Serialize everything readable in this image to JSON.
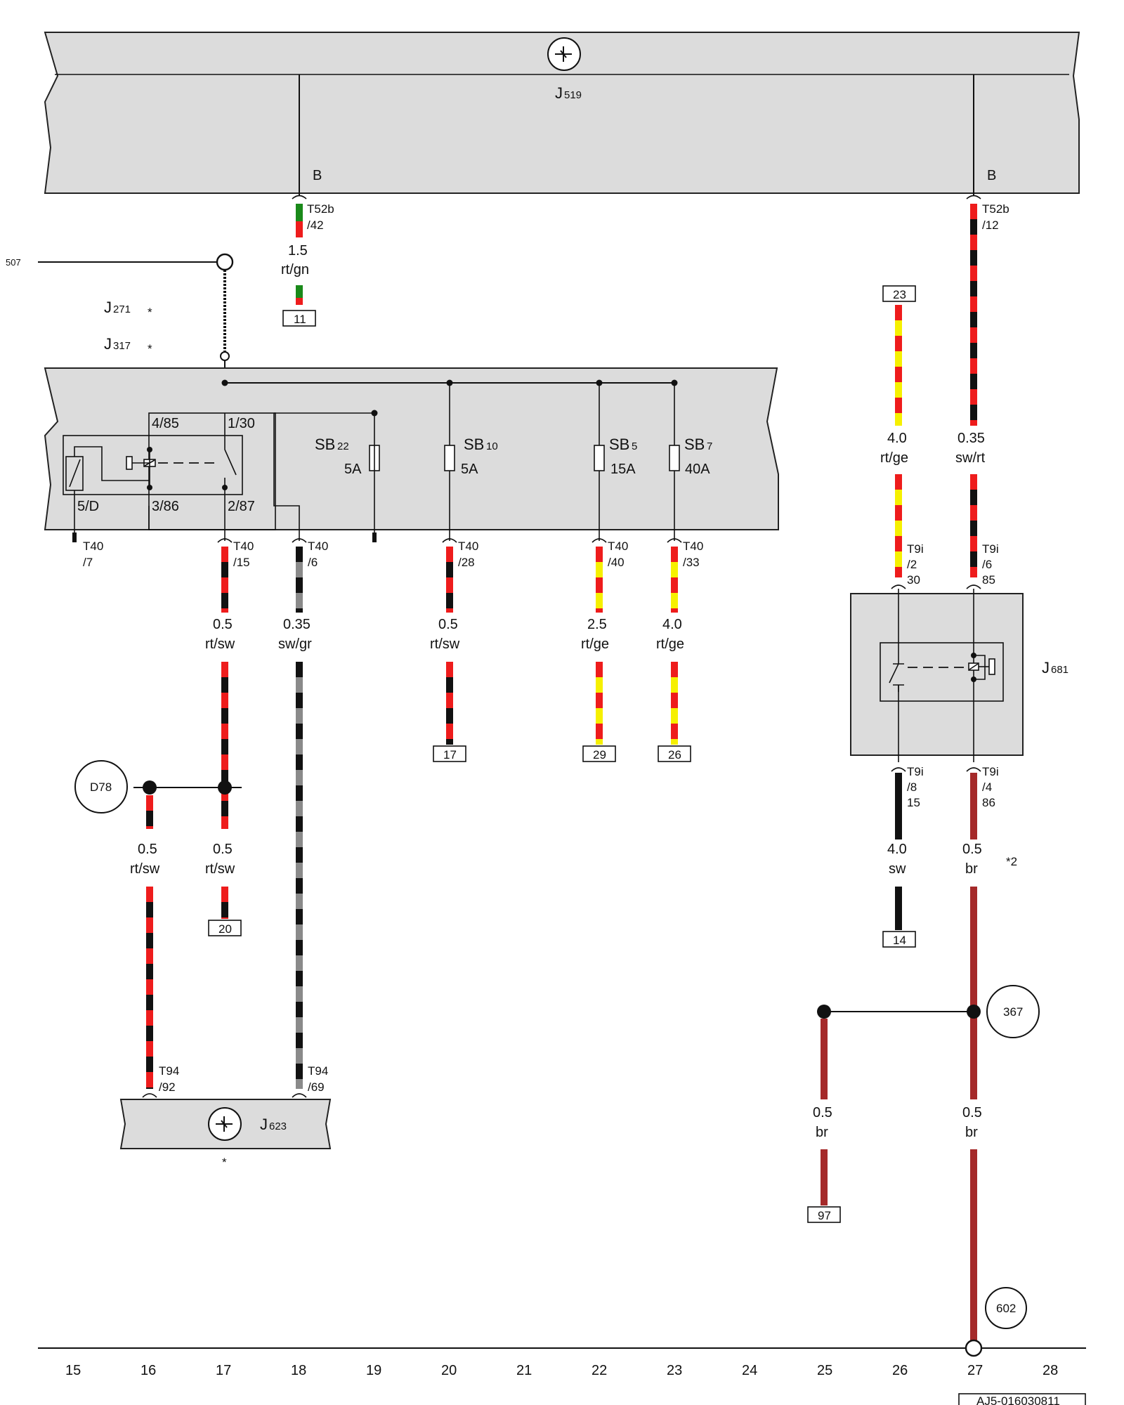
{
  "colors": {
    "rt": "#ee1c1c",
    "sw": "#111111",
    "gn": "#1a8a1a",
    "ge": "#f6f000",
    "gr": "#8a8a8a",
    "br": "#a52a2a",
    "panel": "#dcdcdc"
  },
  "icons": [
    "ground-symbol-icon",
    "relay-coil-icon",
    "fuse-icon",
    "connector-icon"
  ],
  "components": {
    "j519": {
      "label": "J",
      "sub": "519",
      "pin_left": "B",
      "pin_right": "B"
    },
    "fusebox": {
      "j271": {
        "label": "J",
        "sub": "271",
        "star": "*"
      },
      "j317": {
        "label": "J",
        "sub": "317",
        "star": "*"
      },
      "relay_pins": [
        "4/85",
        "1/30",
        "5/D",
        "3/86",
        "2/87"
      ],
      "fuses": [
        {
          "name": "SB",
          "sub": "22",
          "amps": "5A"
        },
        {
          "name": "SB",
          "sub": "10",
          "amps": "5A"
        },
        {
          "name": "SB",
          "sub": "5",
          "amps": "15A"
        },
        {
          "name": "SB",
          "sub": "7",
          "amps": "40A"
        }
      ]
    },
    "j681": {
      "label": "J",
      "sub": "681"
    },
    "j623": {
      "label": "J",
      "sub": "623",
      "star": "*"
    },
    "d78": "D78",
    "n367": "367",
    "n602": "602",
    "wire507": "507"
  },
  "connectors": {
    "t52b_42": [
      "T52b",
      "/42"
    ],
    "t52b_12": [
      "T52b",
      "/12"
    ],
    "t40_7": [
      "T40",
      "/7"
    ],
    "t40_15": [
      "T40",
      "/15"
    ],
    "t40_6": [
      "T40",
      "/6"
    ],
    "t40_28": [
      "T40",
      "/28"
    ],
    "t40_40": [
      "T40",
      "/40"
    ],
    "t40_33": [
      "T40",
      "/33"
    ],
    "t9i_2": [
      "T9i",
      "/2",
      "30"
    ],
    "t9i_6": [
      "T9i",
      "/6",
      "85"
    ],
    "t9i_8": [
      "T9i",
      "/8",
      "15"
    ],
    "t9i_4": [
      "T9i",
      "/4",
      "86"
    ],
    "t94_92": [
      "T94",
      "/92"
    ],
    "t94_69": [
      "T94",
      "/69"
    ]
  },
  "wires": {
    "w18": {
      "size": "1.5",
      "color": "rt/gn"
    },
    "w27_top": {
      "size": "0.35",
      "color": "sw/rt"
    },
    "w26_top": {
      "size": "4.0",
      "color": "rt/ge"
    },
    "w17": {
      "size": "0.5",
      "color": "rt/sw"
    },
    "w18b": {
      "size": "0.35",
      "color": "sw/gr"
    },
    "w20": {
      "size": "0.5",
      "color": "rt/sw"
    },
    "w22": {
      "size": "2.5",
      "color": "rt/ge"
    },
    "w23": {
      "size": "4.0",
      "color": "rt/ge"
    },
    "w16": {
      "size": "0.5",
      "color": "rt/sw"
    },
    "w17b": {
      "size": "0.5",
      "color": "rt/sw"
    },
    "w26_bot": {
      "size": "4.0",
      "color": "sw"
    },
    "w27_mid": {
      "size": "0.5",
      "color": "br",
      "note": "*2"
    },
    "w25": {
      "size": "0.5",
      "color": "br"
    },
    "w27_bot": {
      "size": "0.5",
      "color": "br"
    }
  },
  "refs": {
    "r11": "11",
    "r23": "23",
    "r17": "17",
    "r29": "29",
    "r26": "26",
    "r20": "20",
    "r14": "14",
    "r97": "97"
  },
  "grid": [
    "15",
    "16",
    "17",
    "18",
    "19",
    "20",
    "21",
    "22",
    "23",
    "24",
    "25",
    "26",
    "27",
    "28"
  ],
  "doc_id": "AJ5-016030811"
}
